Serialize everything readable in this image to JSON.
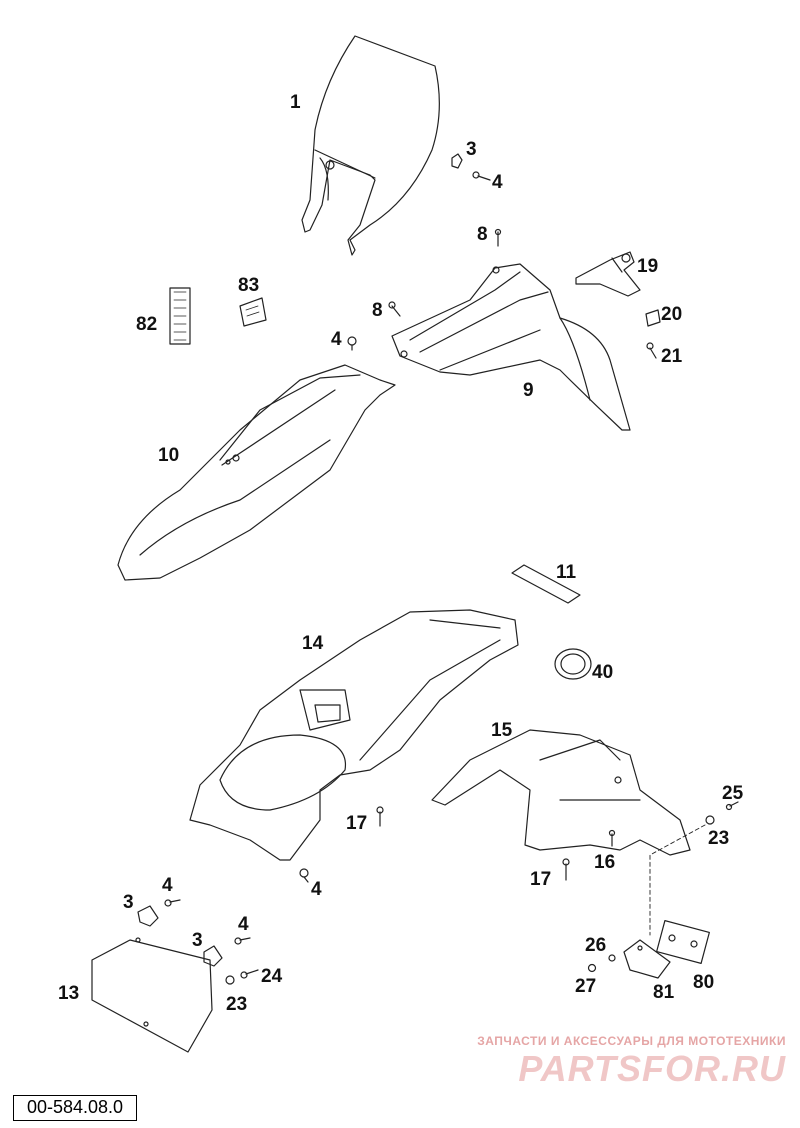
{
  "diagram": {
    "reference_code": "00-584.08.0",
    "callouts": [
      "1",
      "3",
      "4",
      "8",
      "19",
      "83",
      "82",
      "8",
      "4",
      "20",
      "21",
      "9",
      "10",
      "11",
      "14",
      "40",
      "15",
      "25",
      "23",
      "17",
      "16",
      "17",
      "4",
      "4",
      "3",
      "4",
      "3",
      "24",
      "23",
      "13",
      "26",
      "27",
      "81",
      "80"
    ]
  },
  "watermark": {
    "tagline": "ЗАПЧАСТИ И АКСЕССУАРЫ ДЛЯ МОТОТЕХНИКИ",
    "logo": "PARTSFOR.RU"
  },
  "colors": {
    "line": "#222222",
    "watermark": "#f0c7c7"
  }
}
